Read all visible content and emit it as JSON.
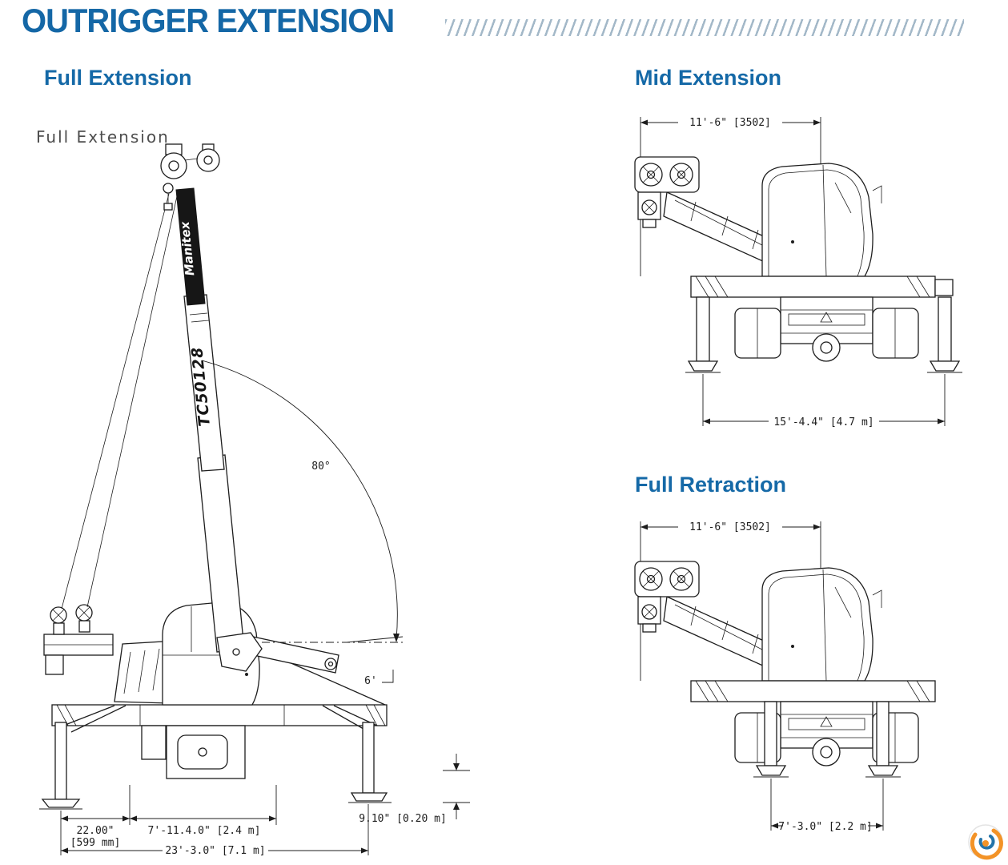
{
  "page": {
    "title": "OUTRIGGER EXTENSION"
  },
  "full_extension": {
    "heading": "Full Extension",
    "drawing_title": "Full  Extension",
    "boom_brand": "Manitex",
    "boom_model": "TC50128",
    "boom_angle": "80°",
    "min_angle": "6'",
    "dim_offset_in": "22.00\"",
    "dim_offset_mm": "[599 mm]",
    "dim_mid": "7'-11.4.0\" [2.4 m]",
    "dim_height": "9.10\" [0.20 m]",
    "dim_total": "23'-3.0\" [7.1 m]"
  },
  "mid_extension": {
    "heading": "Mid Extension",
    "dim_top": "11'-6\" [3502]",
    "dim_bottom": "15'-4.4\" [4.7 m]"
  },
  "full_retraction": {
    "heading": "Full Retraction",
    "dim_top": "11'-6\" [3502]",
    "dim_bottom": "7'-3.0\" [2.2 m]"
  }
}
